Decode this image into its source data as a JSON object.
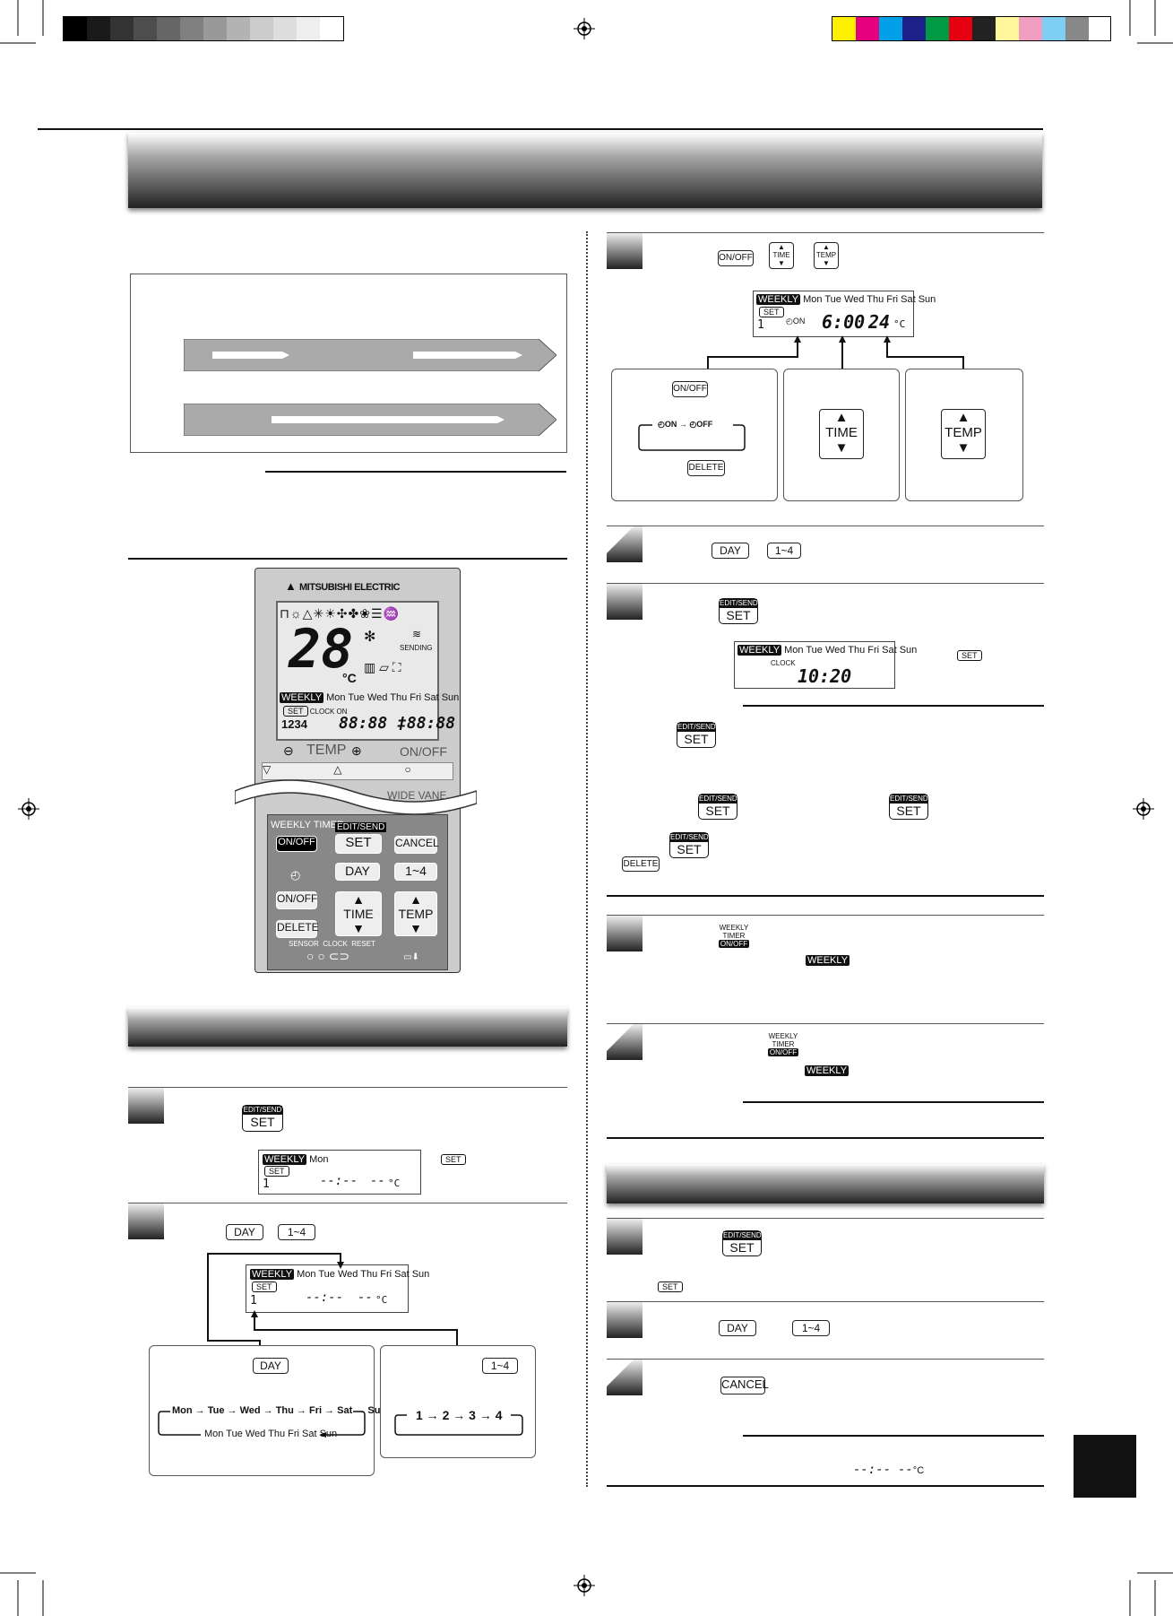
{
  "remote": {
    "brand": "MITSUBISHI ELECTRIC",
    "lcd_temp": "28",
    "lcd_unit": "°C",
    "sending": "SENDING",
    "days": "Mon Tue Wed Thu Fri Sat Sun",
    "weekly": "WEEKLY",
    "set": "SET",
    "clock": "CLOCK",
    "on": "ON",
    "off": "OFF",
    "prog_nums": "1234",
    "lcd_times": "88:88 ‡88:88",
    "temp": "TEMP",
    "onoff": "ON/OFF",
    "wide_vane": "WIDE VANE",
    "weekly_timer": "WEEKLY TIMER",
    "edit_send": "EDIT/SEND",
    "cancel": "CANCEL",
    "day": "DAY",
    "one_four": "1~4",
    "time": "TIME",
    "delete": "DELETE",
    "sensor": "SENSOR",
    "reset": "RESET"
  },
  "labels": {
    "onoff": "ON/OFF",
    "time": "TIME",
    "temp": "TEMP",
    "day": "DAY",
    "one_four": "1~4",
    "edit_send": "EDIT/SEND",
    "set": "SET",
    "delete": "DELETE",
    "cancel": "CANCEL",
    "weekly": "WEEKLY",
    "weekly_timer_1": "WEEKLY",
    "weekly_timer_2": "TIMER",
    "clock": "CLOCK",
    "on_arrow": "ON",
    "off_arrow": "OFF"
  },
  "displays": {
    "days_full": "Mon Tue Wed Thu Fri Sat Sun",
    "mon_only": "Mon",
    "prog_1": "1",
    "on": "ON",
    "time_600": "6:00",
    "temp_24": "24",
    "unit": "°C",
    "clock_time": "10:20",
    "dashes_time": "--:--",
    "dashes_temp": "--"
  },
  "day_cycle": {
    "forward": "Mon → Tue → Wed → Thu → Fri → Sat → Sun",
    "back": "Mon Tue Wed Thu Fri Sat Sun"
  },
  "num_cycle": "1 → 2 → 3 → 4"
}
